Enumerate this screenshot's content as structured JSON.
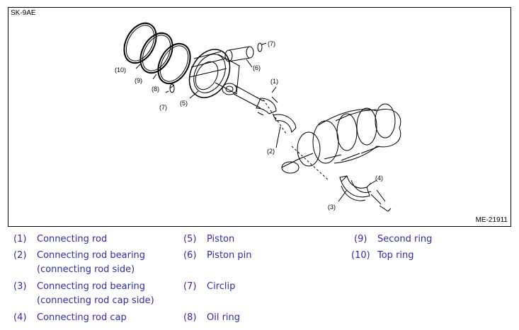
{
  "figure": {
    "code": "SK-9AE",
    "reference": "ME-21911",
    "callouts": {
      "c1": "(1)",
      "c2": "(2)",
      "c3": "(3)",
      "c4": "(4)",
      "c5": "(5)",
      "c6": "(6)",
      "c7a": "(7)",
      "c7b": "(7)",
      "c8": "(8)",
      "c9": "(9)",
      "c10": "(10)"
    }
  },
  "legend": [
    {
      "number": "(1)",
      "text": "Connecting rod"
    },
    {
      "number": "(2)",
      "text": "Connecting rod bearing",
      "text2": "(connecting rod side)"
    },
    {
      "number": "(3)",
      "text": "Connecting rod bearing",
      "text2": "(connecting rod cap side)"
    },
    {
      "number": "(4)",
      "text": "Connecting rod cap"
    },
    {
      "number": "(5)",
      "text": "Piston"
    },
    {
      "number": "(6)",
      "text": "Piston pin"
    },
    {
      "number": "(7)",
      "text": "Circlip"
    },
    {
      "number": "(8)",
      "text": "Oil ring"
    },
    {
      "number": "(9)",
      "text": "Second ring"
    },
    {
      "number": "(10)",
      "text": "Top ring"
    }
  ],
  "colors": {
    "legend_text": "#2c2ca8",
    "line": "#000000"
  }
}
